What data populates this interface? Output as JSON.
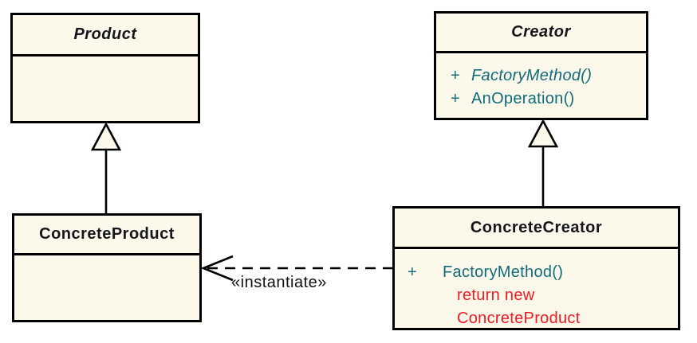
{
  "diagram": {
    "type": "uml-class-diagram",
    "pattern": "Factory Method"
  },
  "colors": {
    "box_fill": "#fcf8ea",
    "border": "#000000",
    "method_text": "#116b7c",
    "pseudocode_text": "#ed1c24",
    "title_text": "#15151c",
    "background": "#ffffff"
  },
  "classes": {
    "product": {
      "name": "Product",
      "abstract": true,
      "methods": []
    },
    "creator": {
      "name": "Creator",
      "abstract": true,
      "methods": [
        {
          "visibility": "+",
          "label": "FactoryMethod()",
          "abstract": true
        },
        {
          "visibility": "+",
          "label": "AnOperation()",
          "abstract": false
        }
      ]
    },
    "concrete_product": {
      "name": "ConcreteProduct",
      "abstract": false,
      "methods": []
    },
    "concrete_creator": {
      "name": "ConcreteCreator",
      "abstract": false,
      "methods": [
        {
          "visibility": "+",
          "label": "FactoryMethod()",
          "abstract": false
        }
      ],
      "pseudocode": [
        "return new",
        "ConcreteProduct"
      ]
    }
  },
  "relations": {
    "generalizations": [
      {
        "from": "ConcreteProduct",
        "to": "Product"
      },
      {
        "from": "ConcreteCreator",
        "to": "Creator"
      }
    ],
    "dependency": {
      "from": "ConcreteCreator",
      "to": "ConcreteProduct",
      "stereotype": "«instantiate»",
      "style": "dashed-open-arrow"
    }
  }
}
